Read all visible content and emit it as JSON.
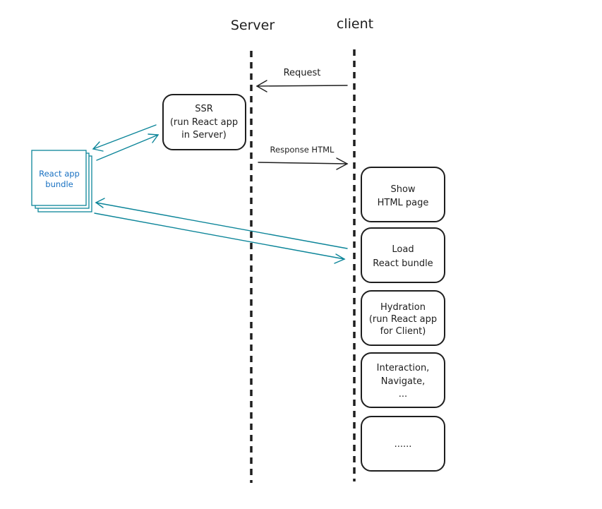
{
  "lanes": {
    "server": "Server",
    "client": "client"
  },
  "messages": {
    "request": "Request",
    "response": "Response HTML"
  },
  "ssr_box": {
    "line1": "SSR",
    "line2": "(run React app",
    "line3": "in Server)"
  },
  "bundle": {
    "line1": "React app",
    "line2": "bundle"
  },
  "client_steps": [
    {
      "line1": "Show",
      "line2": "HTML page",
      "line3": ""
    },
    {
      "line1": "Load",
      "line2": "React bundle",
      "line3": ""
    },
    {
      "line1": "Hydration",
      "line2": "(run React app",
      "line3": "for Client)"
    },
    {
      "line1": "Interaction,",
      "line2": "Navigate,",
      "line3": "..."
    },
    {
      "line1": "......",
      "line2": "",
      "line3": ""
    }
  ],
  "colors": {
    "ink": "#1e1e1e",
    "teal": "#0c8599",
    "bundle_text": "#1971c2"
  }
}
